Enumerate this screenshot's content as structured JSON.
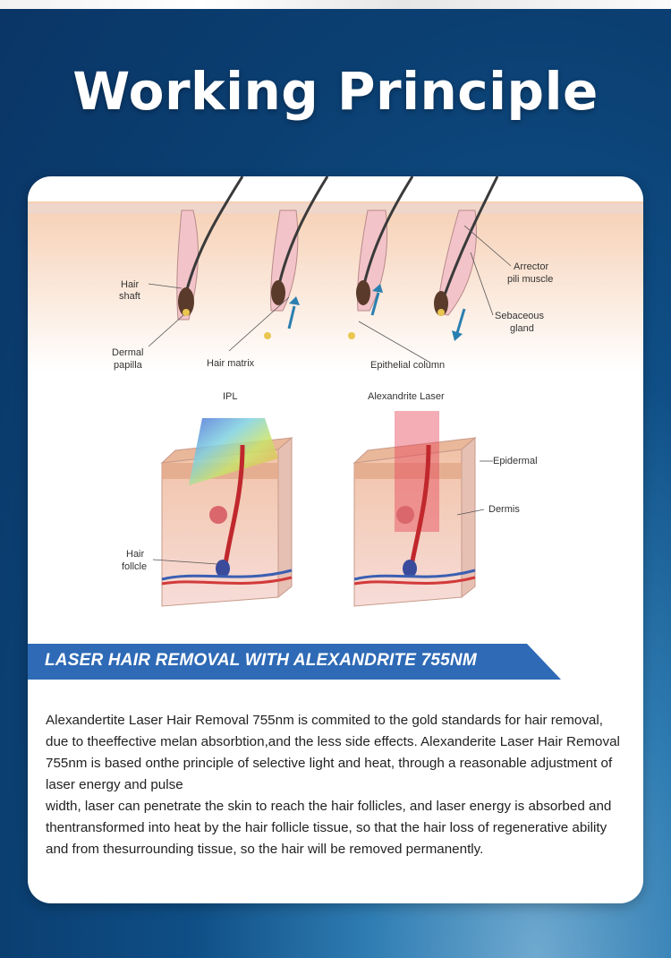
{
  "title": "Working Principle",
  "diagram": {
    "labels": {
      "hair_shaft": [
        "Hair",
        "shaft"
      ],
      "dermal_papilla": [
        "Dermal",
        "papilla"
      ],
      "hair_matrix": "Hair matrix",
      "epithelial_column": "Epithelial column",
      "arrector_pili_muscle": [
        "Arrector",
        "pili muscle"
      ],
      "sebaceous_gland": [
        "Sebaceous",
        "gland"
      ],
      "ipl": "IPL",
      "alexandrite_laser": "Alexandrite Laser",
      "epidermal": "Epidermal",
      "dermis": "Dermis",
      "hair_follicle": [
        "Hair",
        "follcle"
      ]
    }
  },
  "banner": {
    "text": "LASER HAIR REMOVAL WITH ALEXANDRITE 755NM",
    "color": "#2e6ab6"
  },
  "body": {
    "paragraph1": "Alexandertite Laser Hair Removal 755nm is commited to the gold standards for hair removal, due to theeffective melan absorbtion,and the less side effects. Alexanderite Laser Hair Removal 755nm is based onthe principle of selective light and heat, through a reasonable adjustment of laser energy and pulse",
    "paragraph2": "width, laser can penetrate the skin to reach the hair follicles, and laser energy is absorbed and thentransformed into heat by the hair follicle tissue, so that the hair loss of regenerative ability and from thesurrounding tissue, so the hair will be removed permanently."
  }
}
